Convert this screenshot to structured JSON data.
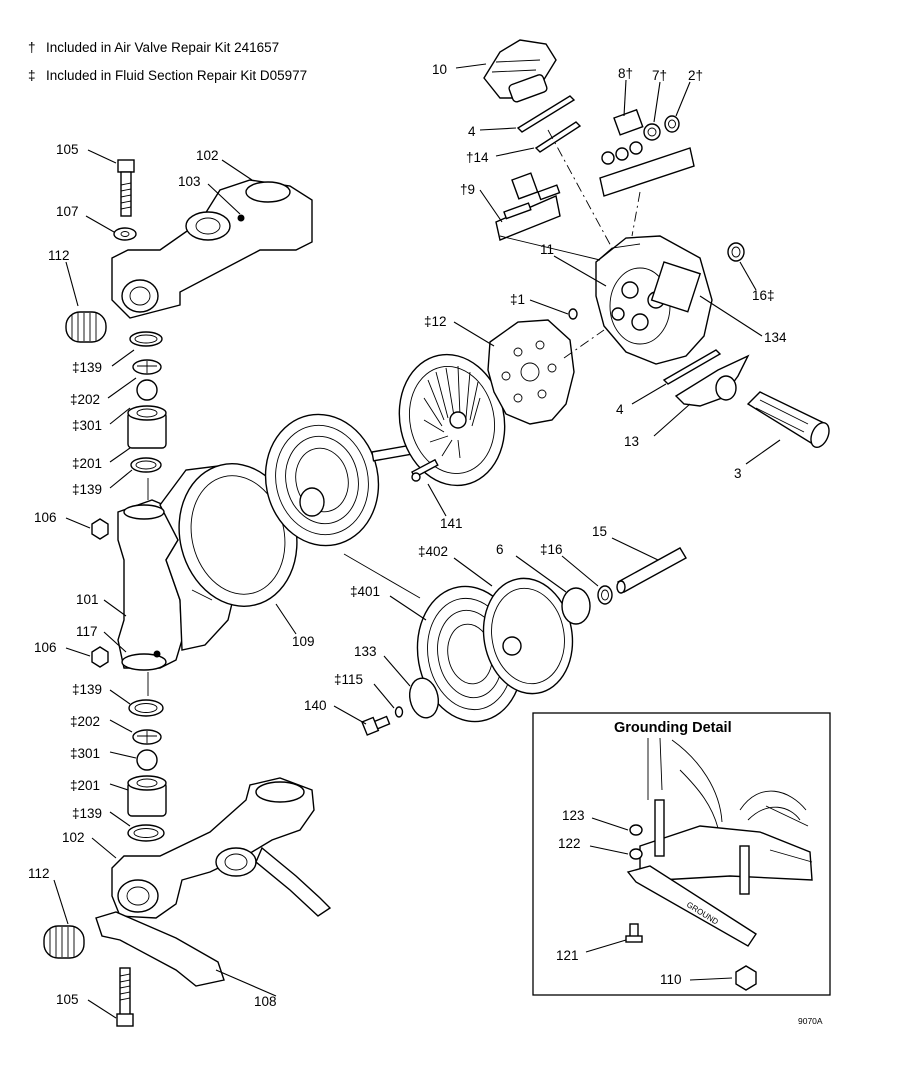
{
  "legend": [
    {
      "symbol": "†",
      "text": "Included in Air Valve Repair Kit 241657"
    },
    {
      "symbol": "‡",
      "text": "Included in Fluid Section Repair Kit D05977"
    }
  ],
  "callouts": {
    "c105a": "105",
    "c102a": "102",
    "c103": "103",
    "c107": "107",
    "c112a": "112",
    "c139a": "‡139",
    "c202a": "‡202",
    "c301a": "‡301",
    "c201a": "‡201",
    "c139b": "‡139",
    "c106a": "106",
    "c101": "101",
    "c117": "117",
    "c106b": "106",
    "c139c": "‡139",
    "c202b": "‡202",
    "c301b": "‡301",
    "c201b": "‡201",
    "c139d": "‡139",
    "c102b": "102",
    "c112b": "112",
    "c105b": "105",
    "c108": "108",
    "c109": "109",
    "c10": "10",
    "c4a": "4",
    "c14": "†14",
    "c9": "†9",
    "c8": "8†",
    "c7": "7†",
    "c2": "2†",
    "c11": "11",
    "c16a": "16‡",
    "c1": "‡1",
    "c12": "‡12",
    "c134": "134",
    "c4b": "4",
    "c13": "13",
    "c3": "3",
    "c141": "141",
    "c402": "‡402",
    "c6": "6",
    "c16b": "‡16",
    "c15": "15",
    "c401": "‡401",
    "c133": "133",
    "c115": "‡115",
    "c140": "140"
  },
  "grounding_detail": {
    "title": "Grounding Detail",
    "strap_text": "GROUND",
    "callouts": {
      "c123": "123",
      "c122": "122",
      "c121": "121",
      "c110": "110"
    }
  },
  "figure_id": "9070A"
}
